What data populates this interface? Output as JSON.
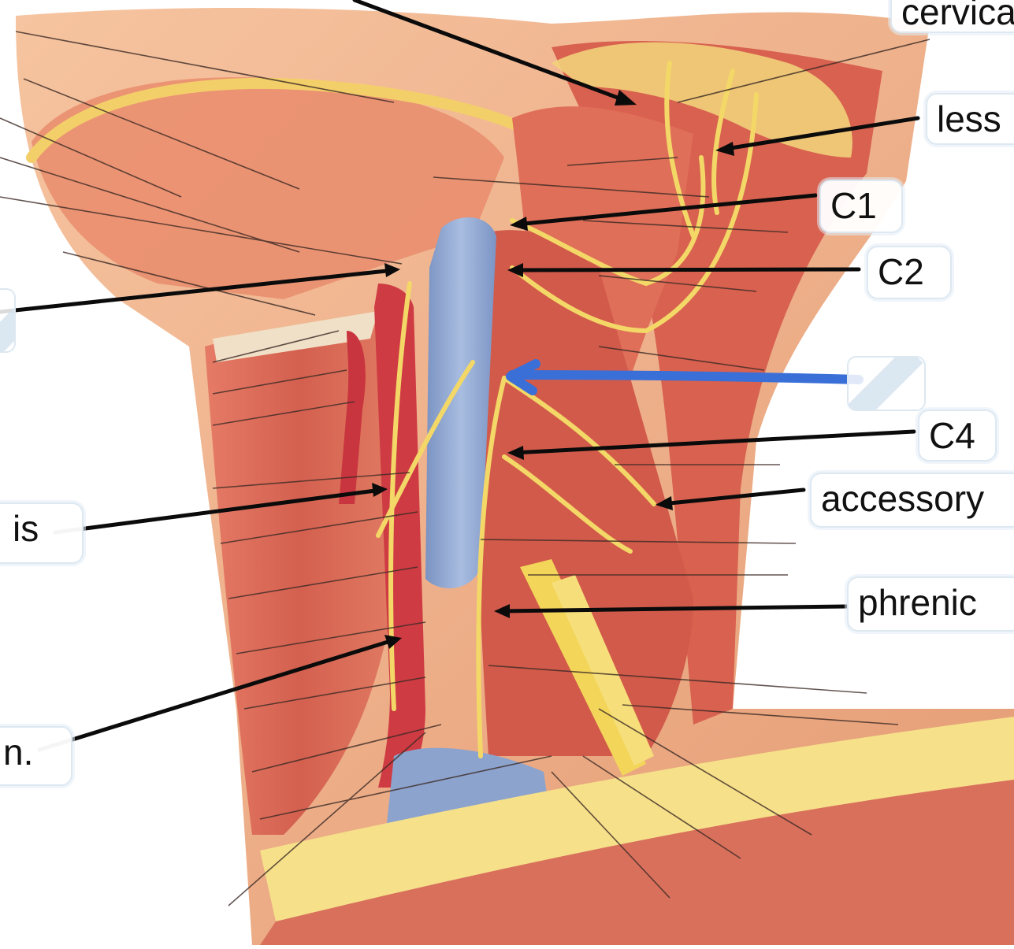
{
  "labels": {
    "cervical": "cervica",
    "lesser": "less",
    "c1": "C1",
    "c2": "C2",
    "c4": "C4",
    "accessory": "accessory",
    "phrenic": "phrenic",
    "left_mid": "is",
    "left_low": "n."
  },
  "colors": {
    "muscle": "#d9685a",
    "skin": "#f0b08a",
    "vein": "#8fa6cc",
    "artery": "#d2444a",
    "nerve": "#f3d868",
    "fat": "#f6df86",
    "marker": "#3a6fd8"
  }
}
